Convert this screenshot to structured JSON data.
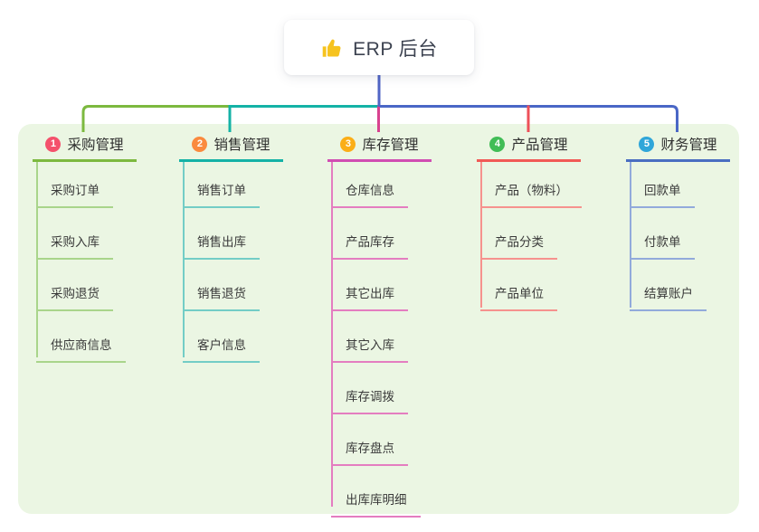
{
  "root": {
    "label": "ERP 后台",
    "icon": "thumbs-up-icon"
  },
  "branches": [
    {
      "badge": "1",
      "label": "采购管理",
      "name": "purchase",
      "children": [
        "采购订单",
        "采购入库",
        "采购退货",
        "供应商信息"
      ]
    },
    {
      "badge": "2",
      "label": "销售管理",
      "name": "sales",
      "children": [
        "销售订单",
        "销售出库",
        "销售退货",
        "客户信息"
      ]
    },
    {
      "badge": "3",
      "label": "库存管理",
      "name": "inventory",
      "children": [
        "仓库信息",
        "产品库存",
        "其它出库",
        "其它入库",
        "库存调拨",
        "库存盘点",
        "出库库明细"
      ]
    },
    {
      "badge": "4",
      "label": "产品管理",
      "name": "product",
      "children": [
        "产品（物料）",
        "产品分类",
        "产品单位"
      ]
    },
    {
      "badge": "5",
      "label": "财务管理",
      "name": "finance",
      "children": [
        "回款单",
        "付款单",
        "结算账户"
      ]
    }
  ],
  "colors": {
    "canvas_bg": "#ffffff",
    "panel_bg": "#ebf6e3",
    "root_line": "#5065c5",
    "thumb_icon": "#f6c31f",
    "branches": [
      {
        "badge": "#f4516c",
        "main": "#7cb93f",
        "light": "#a9d58b",
        "drop": "#7cb93f"
      },
      {
        "badge": "#fa8a3e",
        "main": "#14b2a6",
        "light": "#73cdc6",
        "drop": "#14b2a6"
      },
      {
        "badge": "#fbae17",
        "main": "#d14db2",
        "light": "#e47dc0",
        "drop": "#d8418f"
      },
      {
        "badge": "#41bd56",
        "main": "#f15a56",
        "light": "#f6928e",
        "drop": "#ee5059"
      },
      {
        "badge": "#2fa6d9",
        "main": "#4a6ec1",
        "light": "#92aadb",
        "drop": "#4a67c6"
      }
    ]
  }
}
